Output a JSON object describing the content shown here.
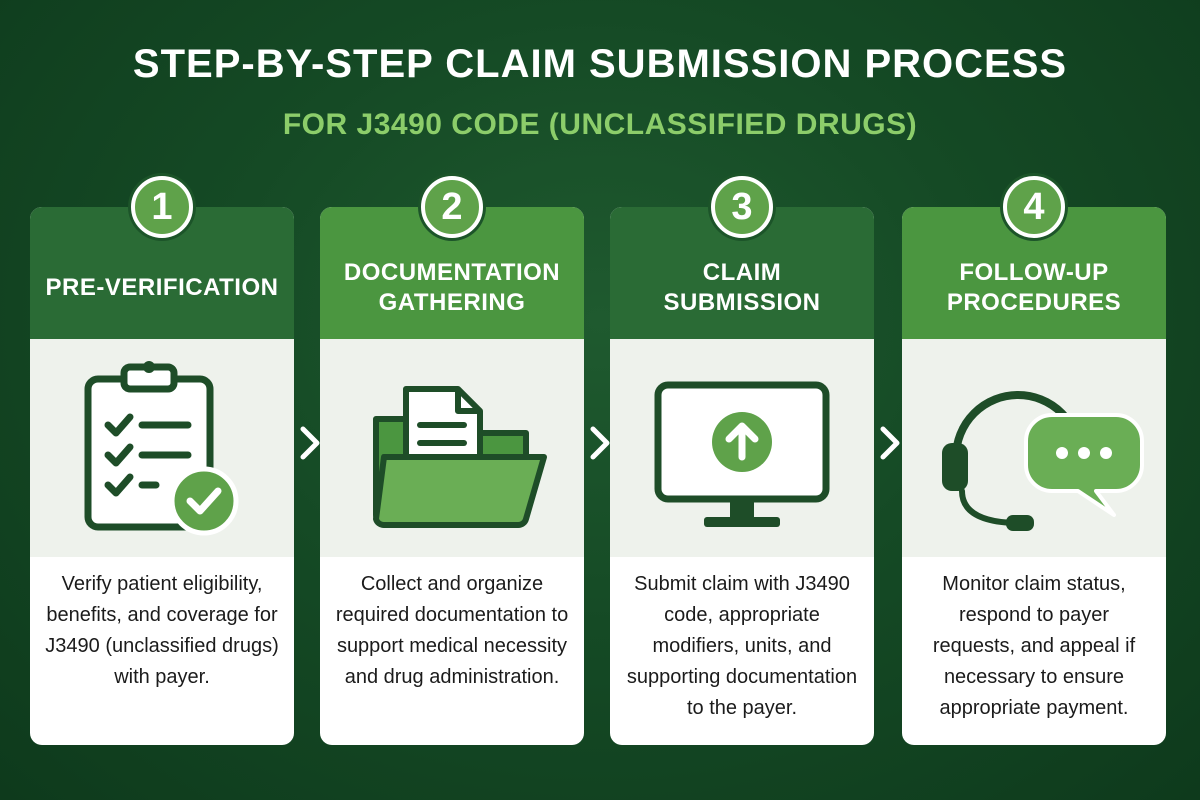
{
  "title": "STEP-BY-STEP CLAIM SUBMISSION PROCESS",
  "subtitle": "FOR J3490 CODE (UNCLASSIFIED DRUGS)",
  "colors": {
    "background": "#154a25",
    "header_dark": "#2a6b35",
    "header_light": "#4b9640",
    "accent": "#5fa24a",
    "subtitle": "#8ccd6a"
  },
  "steps": [
    {
      "number": "1",
      "title": "PRE-VERIFICATION",
      "icon": "clipboard-checklist-icon",
      "description": "Verify patient eligibility, benefits, and coverage for J3490 (unclassified drugs) with payer."
    },
    {
      "number": "2",
      "title": "DOCUMENTATION GATHERING",
      "icon": "folder-document-icon",
      "description": "Collect and organize required documentation to support medical necessity and drug administration."
    },
    {
      "number": "3",
      "title": "CLAIM SUBMISSION",
      "icon": "monitor-upload-icon",
      "description": "Submit claim with J3490 code, appropriate modifiers, units, and supporting documentation to the payer."
    },
    {
      "number": "4",
      "title": "FOLLOW-UP PROCEDURES",
      "icon": "headset-chat-icon",
      "description": "Monitor claim status, respond to payer requests, and appeal if necessary to ensure appropriate payment."
    }
  ]
}
